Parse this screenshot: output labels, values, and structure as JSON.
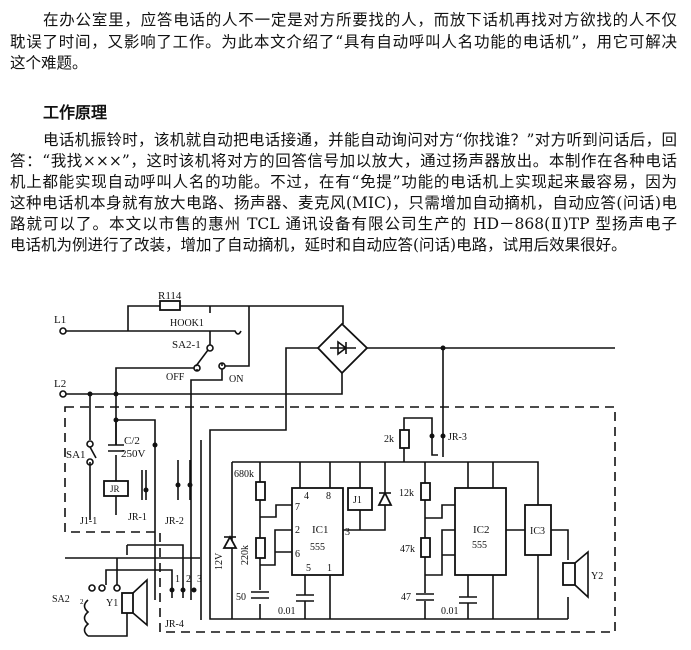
{
  "intro": {
    "lines": [
      "在办公室里，应答电话的人不一定是对方所要找的人，而放下话机再找对方欲找的人不仅",
      "耽误了时间，又影响了工作。为此本文介绍了“具有自动呼叫人名功能的电话机”，用它可解决",
      "这个难题。"
    ]
  },
  "section": {
    "heading": "工作原理",
    "lines": [
      "电话机振铃时，该机就自动把电话接通，并能自动询问对方“你找谁？”对方听到问话后，回",
      "答：“我找×××”，这时该机将对方的回答信号加以放大，通过扬声器放出。本制作在各种电话",
      "机上都能实现自动呼叫人名的功能。不过，在有“免提”功能的电话机上实现起来最容易，因为",
      "这种电话机本身就有放大电路、扬声器、麦克风(MIC)，只需增加自动摘机，自动应答(问话)电",
      "路就可以了。本文以市售的惠州 TCL 通讯设备有限公司生产的 HD－868(Ⅱ)TP 型扬声电子",
      "电话机为例进行了改装，增加了自动摘机，延时和自动应答(问话)电路，试用后效果很好。"
    ]
  },
  "diagram": {
    "labels": {
      "l1": "L1",
      "l2": "L2",
      "r114": "R114",
      "hook": "HOOK1",
      "sa2_1": "SA2-1",
      "off": "OFF",
      "on": "ON",
      "sa1": "SA1",
      "cap_c": "C/2",
      "cap_v": "250V",
      "jr": "JR",
      "j1_1": "J1-1",
      "jr_1": "JR-1",
      "jr_2": "JR-2",
      "jr_3": "JR-3",
      "jr_4": "JR-4",
      "r680k": "680k",
      "r220k": "220k",
      "zener": "12V",
      "c50": "50",
      "c001a": "0.01",
      "ic1": "IC1",
      "ic1_type": "555",
      "j1": "J1",
      "r2k": "2k",
      "r12k": "12k",
      "r47k": "47k",
      "c47": "47",
      "c001b": "0.01",
      "ic2": "IC2",
      "ic2_type": "555",
      "ic3": "IC3",
      "y1": "Y1",
      "y2": "Y2",
      "sa2": "SA2",
      "pin4": "4",
      "pin8": "8",
      "pin3": "3",
      "pin7": "7",
      "pin2": "2",
      "pin6": "6",
      "pin5": "5",
      "pin1": "1",
      "sw1": "1",
      "sw2": "2",
      "sw3": "3",
      "sa2_2": "2"
    }
  }
}
